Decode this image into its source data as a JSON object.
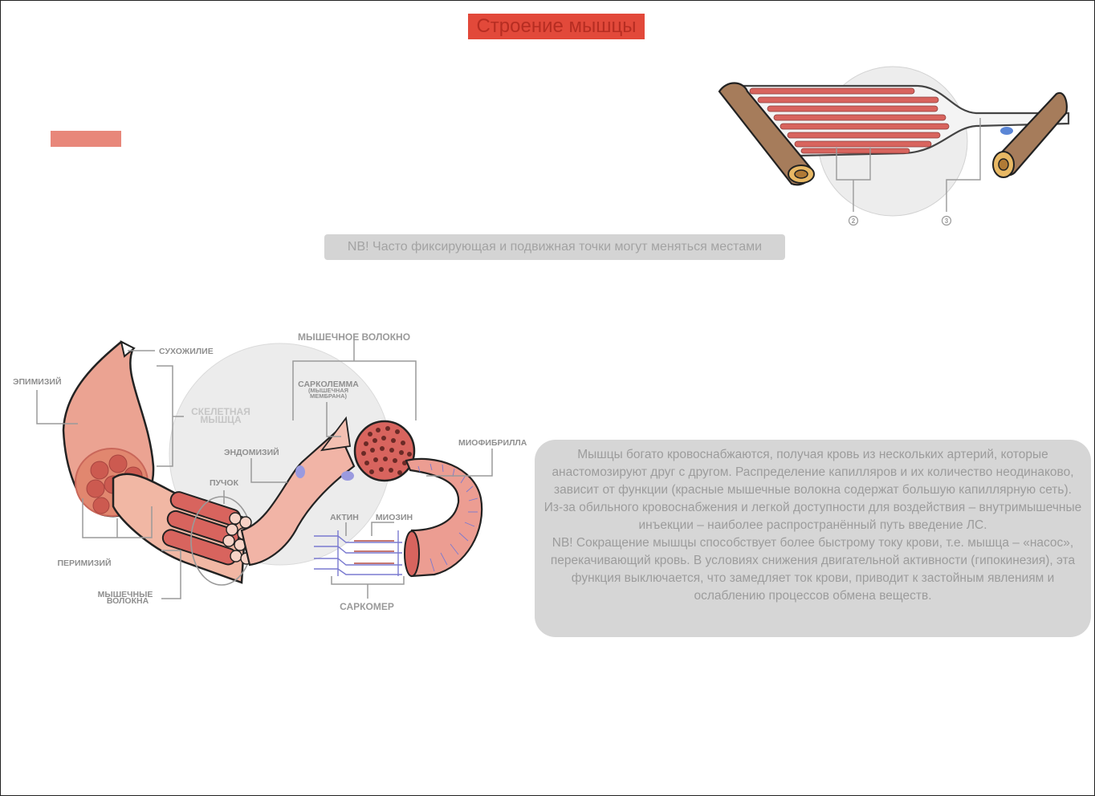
{
  "title": "Строение мышцы",
  "note": "NB! Часто фиксирующая и подвижная точки могут меняться местами",
  "info_paragraphs": [
    "Мышцы богато кровоснабжаются, получая кровь из нескольких артерий, которые анастомозируют друг с другом. Распределение капилляров и их количество неодинаково, зависит от функции (красные мышечные волокна содержат большую капиллярную сеть).",
    "Из-за обильного кровоснабжения и легкой доступности для воздействия – внутримышечные инъекции – наиболее распространённый путь введение ЛС.",
    "NB! Сокращение мышцы способствует более быстрому току крови, т.е. мышца – «насос», перекачивающий кровь. В условиях снижения двигательной активности (гипокинезия), эта функция выключается, что замедляет ток крови, приводит к застойным явлениям и ослаблению процессов обмена веществ."
  ],
  "top_diagram": {
    "markers": [
      "2",
      "3"
    ]
  },
  "anatomy_diagram": {
    "labels": {
      "tendon": "СУХОЖИЛИЕ",
      "epimysium": "ЭПИМИЗИЙ",
      "skeletal_muscle_1": "СКЕЛЕТНАЯ",
      "skeletal_muscle_2": "МЫШЦА",
      "muscle_fiber": "МЫШЕЧНОЕ ВОЛОКНО",
      "sarcolemma": "САРКОЛЕММА",
      "sarcolemma_sub_1": "(МЫШЕЧНАЯ",
      "sarcolemma_sub_2": "МЕМБРАНА)",
      "endomysium": "ЭНДОМИЗИЙ",
      "myofibril": "МИОФИБРИЛЛА",
      "bundle": "ПУЧОК",
      "actin": "АКТИН",
      "myosin": "МИОЗИН",
      "perimysium": "ПЕРИМИЗИЙ",
      "muscle_fibers_1": "МЫШЕЧНЫЕ",
      "muscle_fibers_2": "ВОЛОКНА",
      "sarcomere": "САРКОМЕР"
    }
  },
  "colors": {
    "title_bg": "#e2493a",
    "title_text": "#b62d22",
    "accent_rect": "#e8877a",
    "note_bg": "#d4d4d4",
    "info_bg": "#d6d6d6",
    "muscle": "#d8645e",
    "bone": "#a67c5b"
  }
}
